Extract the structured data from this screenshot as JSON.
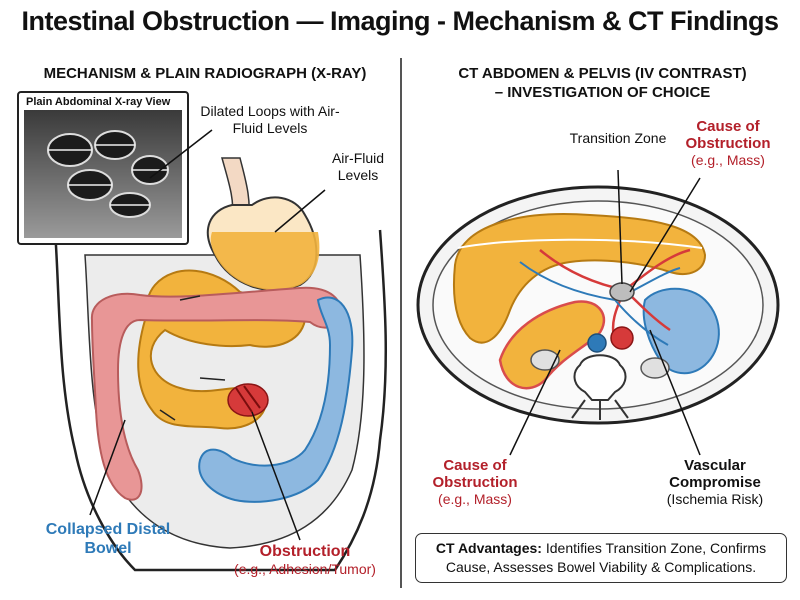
{
  "title": "Intestinal Obstruction — Imaging - Mechanism & CT Findings",
  "left_panel": {
    "title": "MECHANISM & PLAIN RADIOGRAPH (X-RAY)",
    "xray_label": "Plain Abdominal X-ray View",
    "dilated_loops": "Dilated Loops with Air-Fluid Levels",
    "air_fluid": "Air-Fluid Levels",
    "collapsed": "Collapsed Distal Bowel",
    "obstruction": "Obstruction",
    "obstruction_example": "(e.g., Adhesion/Tumor)"
  },
  "right_panel": {
    "title_line1": "CT ABDOMEN & PELVIS (IV CONTRAST)",
    "title_line2": "– INVESTIGATION OF CHOICE",
    "transition_zone": "Transition Zone",
    "cause_top": "Cause of Obstruction",
    "cause_top_example": "(e.g., Mass)",
    "cause_bottom": "Cause of Obstruction",
    "cause_bottom_example": "(e.g., Mass)",
    "vascular": "Vascular Compromise",
    "vascular_example": "(Ischemia Risk)",
    "ct_advantages_label": "CT Advantages:",
    "ct_advantages_text": "Identifies Transition Zone, Confirms Cause, Assesses Bowel Viability & Complications."
  },
  "colors": {
    "accent_red": "#b3202a",
    "accent_blue": "#2e7ab8",
    "dilated_bowel": "#f2b33d",
    "colon": "#e89696",
    "collapsed_bowel": "#8db8e0"
  }
}
